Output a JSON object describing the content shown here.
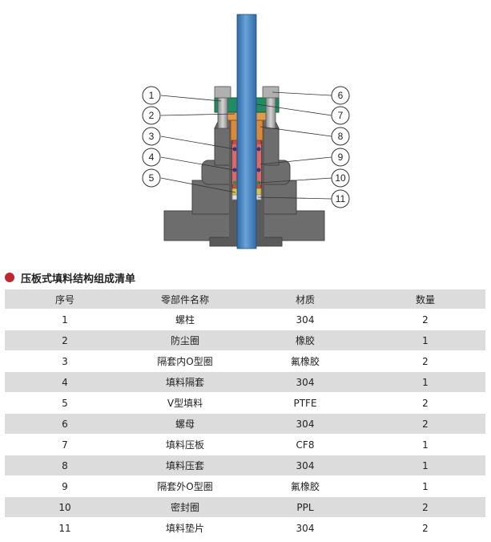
{
  "header": {
    "title": "压板式填料结构组成清单"
  },
  "colors": {
    "accent": "#c0262d",
    "stem": "#4a86c5",
    "body": "#6d6d6d",
    "gland_plate": "#1f8c62",
    "gland_follower": "#d98a3a",
    "spacer": "#c94a4a",
    "row_shade": "#dcdcdc"
  },
  "diagram": {
    "callouts_left": [
      "1",
      "2",
      "3",
      "4",
      "5"
    ],
    "callouts_right": [
      "6",
      "7",
      "8",
      "9",
      "10",
      "11"
    ]
  },
  "table": {
    "headers": [
      "序号",
      "零部件名称",
      "材质",
      "数量"
    ],
    "rows": [
      [
        "1",
        "螺柱",
        "304",
        "2"
      ],
      [
        "2",
        "防尘圈",
        "橡胶",
        "1"
      ],
      [
        "3",
        "隔套内O型圈",
        "氟橡胶",
        "2"
      ],
      [
        "4",
        "填料隔套",
        "304",
        "1"
      ],
      [
        "5",
        "V型填料",
        "PTFE",
        "2"
      ],
      [
        "6",
        "螺母",
        "304",
        "2"
      ],
      [
        "7",
        "填料压板",
        "CF8",
        "1"
      ],
      [
        "8",
        "填料压套",
        "304",
        "1"
      ],
      [
        "9",
        "隔套外O型圈",
        "氟橡胶",
        "1"
      ],
      [
        "10",
        "密封圈",
        "PPL",
        "2"
      ],
      [
        "11",
        "填料垫片",
        "304",
        "2"
      ]
    ]
  }
}
